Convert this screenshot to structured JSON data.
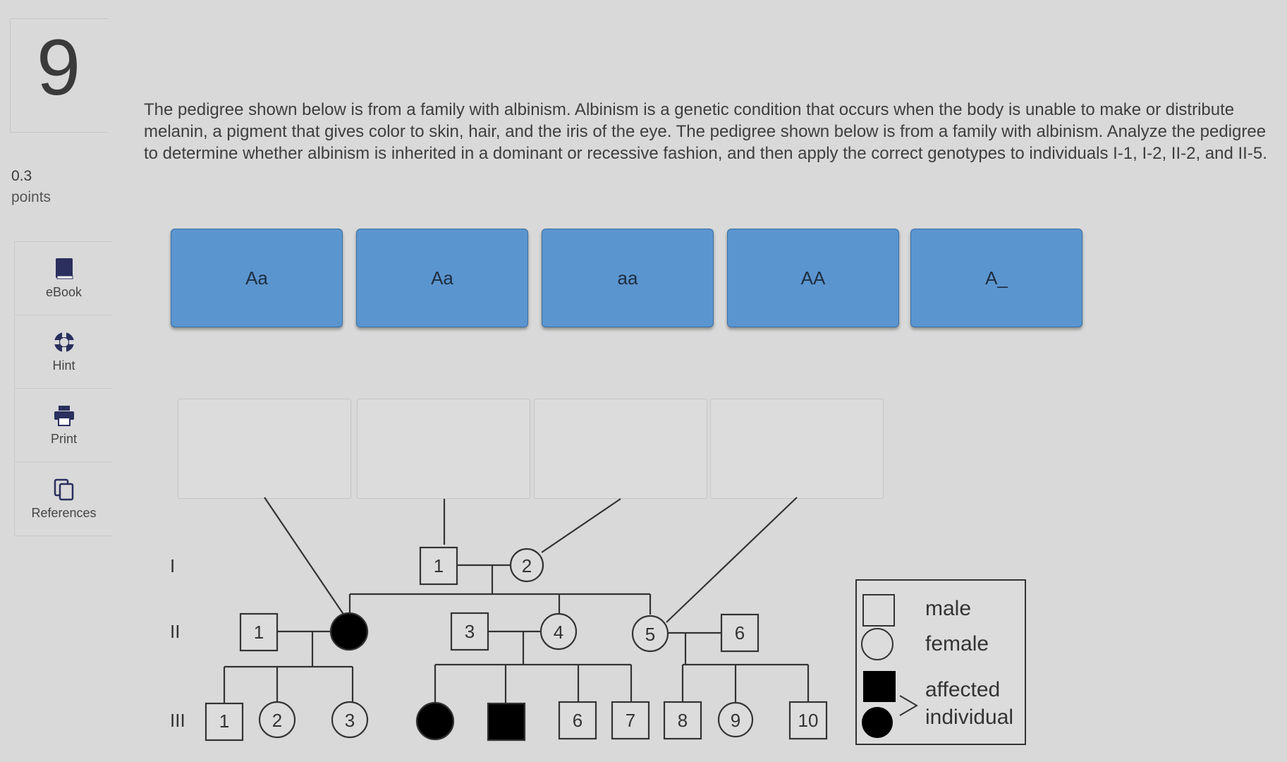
{
  "question": {
    "number": "9",
    "points_value": "0.3",
    "points_label": "points",
    "text": "The pedigree shown below is from a family with albinism. Albinism is a genetic condition that occurs when the body is unable to make or distribute melanin, a pigment that gives color to skin, hair, and the iris of the eye. The pedigree shown below is from a family with albinism. Analyze the pedigree to determine whether albinism is inherited in a dominant or recessive fashion, and then apply the correct genotypes to individuals I-1, I-2, II-2, and II-5."
  },
  "sidebar": {
    "tools": [
      {
        "label": "eBook",
        "icon": "book-icon"
      },
      {
        "label": "Hint",
        "icon": "lifebuoy-icon"
      },
      {
        "label": "Print",
        "icon": "printer-icon"
      },
      {
        "label": "References",
        "icon": "copy-icon"
      }
    ]
  },
  "answer_chips": [
    "Aa",
    "Aa",
    "aa",
    "AA",
    "A_"
  ],
  "drop_targets": [
    "",
    "",
    "",
    ""
  ],
  "pedigree": {
    "generations": [
      "I",
      "II",
      "III"
    ],
    "gen1": {
      "male": "1",
      "female": "2"
    },
    "gen2": {
      "m1": "1",
      "m3": "3",
      "f4": "4",
      "f5": "5",
      "m6": "6"
    },
    "gen3": {
      "m1": "1",
      "f2": "2",
      "f3": "3",
      "m6": "6",
      "m7": "7",
      "m8": "8",
      "f9": "9",
      "m10": "10"
    }
  },
  "legend": {
    "male": "male",
    "female": "female",
    "affected_line1": "affected",
    "affected_line2": "individual"
  },
  "colors": {
    "chip": "#5b95cf",
    "background": "#d9d9d9",
    "affected": "#000000"
  }
}
